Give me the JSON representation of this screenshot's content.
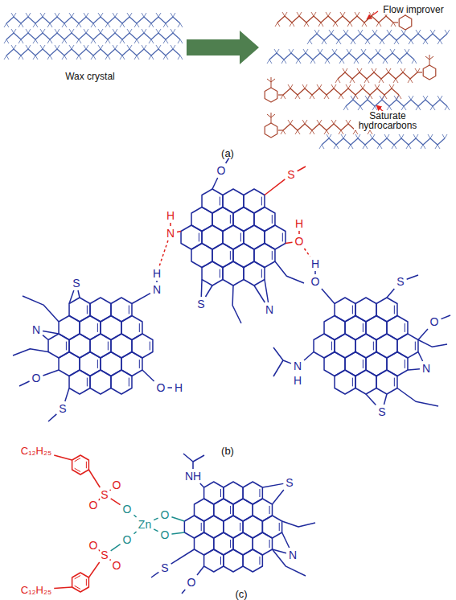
{
  "diagram": {
    "labels": [
      "Wax crystal",
      "Flow improver",
      "Saturate hydrocarbons",
      "(a)",
      "O",
      "S",
      "H",
      "N",
      "O",
      "H",
      "S",
      "N",
      "S",
      "N",
      "H",
      "N",
      "O",
      "S",
      "O",
      "H",
      "S",
      "H",
      "O",
      "O",
      "N",
      "H",
      "N",
      "S",
      "(b)",
      "C₁₂H₂₅",
      "O",
      "S",
      "O",
      "O",
      "Zn",
      "O",
      "O",
      "O",
      "O",
      "S",
      "O",
      "C₁₂H₂₅",
      "NH",
      "S",
      "N",
      "S",
      "O",
      "(c)"
    ]
  }
}
